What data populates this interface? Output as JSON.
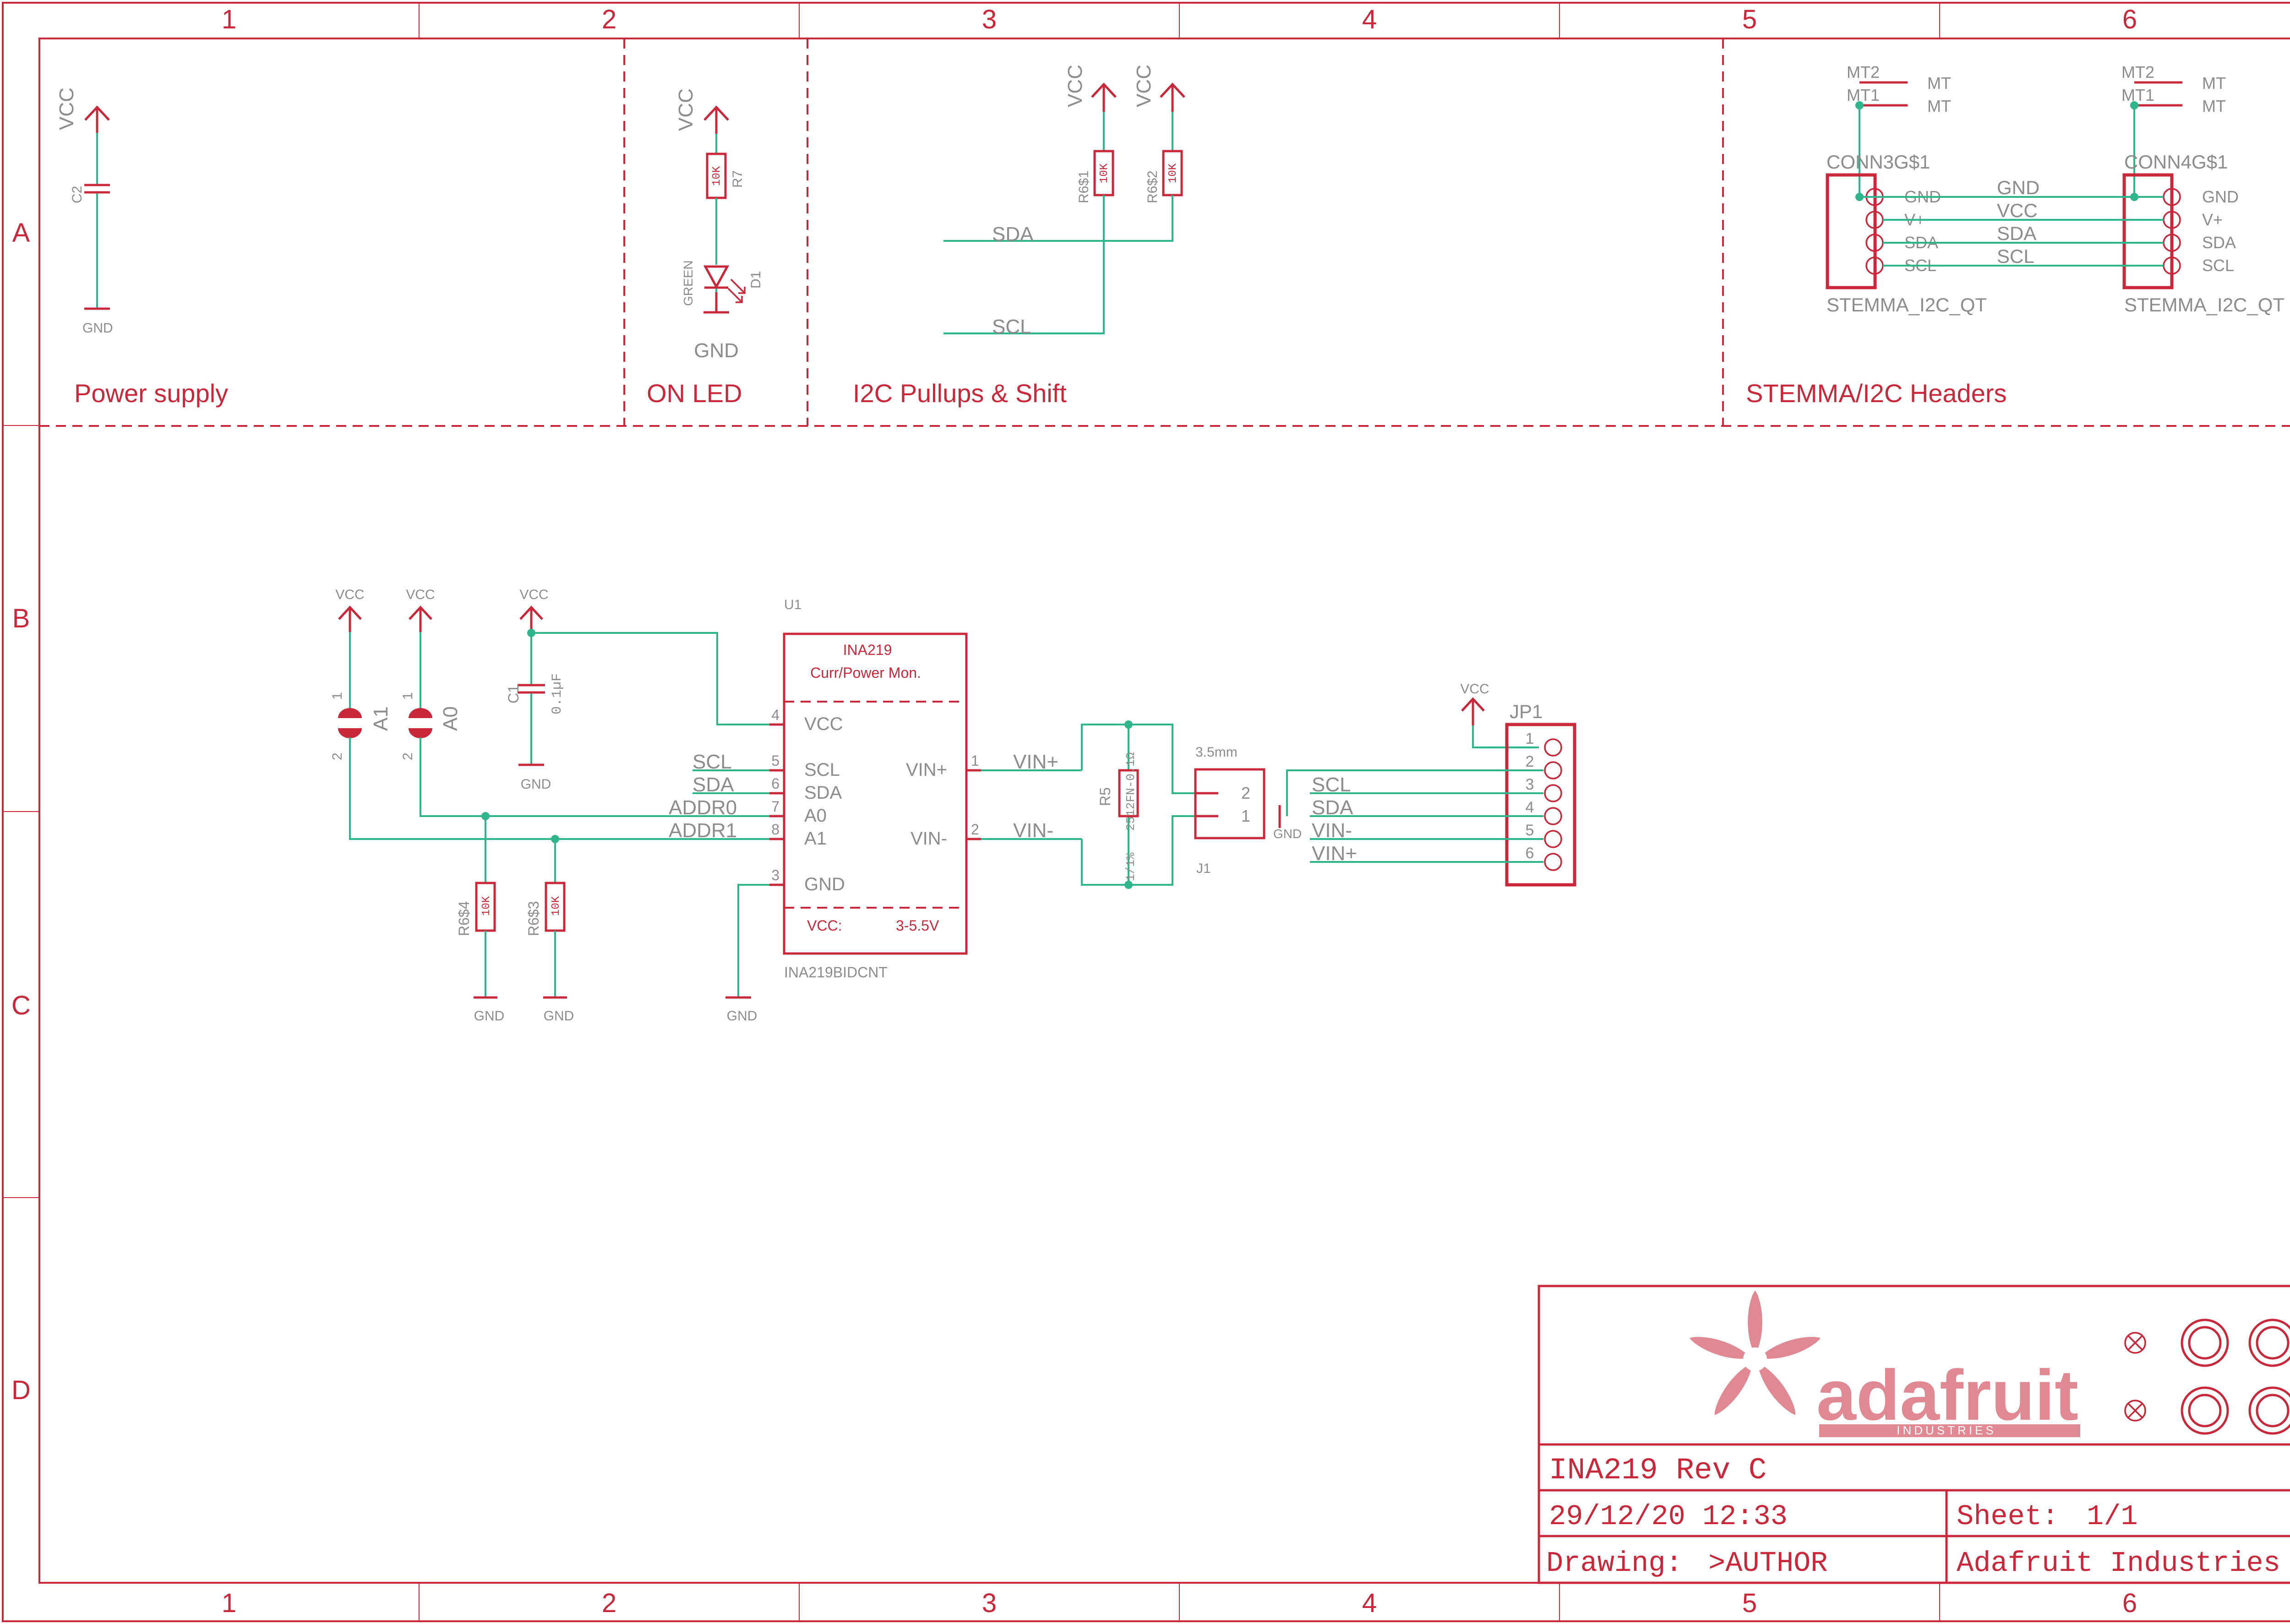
{
  "grid": {
    "columns": [
      "1",
      "2",
      "3",
      "4",
      "5",
      "6"
    ],
    "rows": [
      "A",
      "B",
      "C",
      "D"
    ]
  },
  "sections": {
    "power_supply": "Power supply",
    "on_led": "ON LED",
    "i2c_pullups": "I2C Pullups & Shift",
    "stemma_headers": "STEMMA/I2C Headers"
  },
  "power": {
    "vcc": "VCC",
    "gnd": "GND",
    "c2": "C2"
  },
  "led": {
    "vcc": "VCC",
    "r7": "R7",
    "r7_value": "10K",
    "d1": "D1",
    "color": "GREEN",
    "gnd": "GND"
  },
  "pullups": {
    "vcc1": "VCC",
    "vcc2": "VCC",
    "r1": "R6$1",
    "r2": "R6$2",
    "value": "10K",
    "sda": "SDA",
    "scl": "SCL"
  },
  "stemma": {
    "left": {
      "name": "CONN3G$1",
      "mt2": "MT2",
      "mt1": "MT1",
      "mt_a": "MT",
      "mt_b": "MT",
      "pins": [
        "GND",
        "V+",
        "SDA",
        "SCL"
      ],
      "type": "STEMMA_I2C_QT"
    },
    "right": {
      "name": "CONN4G$1",
      "mt2": "MT2",
      "mt1": "MT1",
      "mt_a": "MT",
      "mt_b": "MT",
      "pins": [
        "GND",
        "V+",
        "SDA",
        "SCL"
      ],
      "type": "STEMMA_I2C_QT"
    },
    "nets": [
      "GND",
      "VCC",
      "SDA",
      "SCL"
    ]
  },
  "main": {
    "vcc_a1": "VCC",
    "vcc_a0": "VCC",
    "vcc_c1": "VCC",
    "jumper_a1": "A1",
    "jumper_a0": "A0",
    "pin1": "1",
    "pin2": "2",
    "c1": "C1",
    "c1_value": "0.1µF",
    "gnd_c1": "GND",
    "r4": "R6$4",
    "r3": "R6$3",
    "r_value": "10K",
    "gnd_r4": "GND",
    "gnd_r3": "GND",
    "u1": {
      "ref": "U1",
      "title": "INA219",
      "subtitle": "Curr/Power Mon.",
      "vcc_label": "VCC:",
      "vcc_range": "3-5.5V",
      "part": "INA219BIDCNT",
      "left_pins": [
        {
          "num": "4",
          "name": "VCC"
        },
        {
          "num": "5",
          "name": "SCL"
        },
        {
          "num": "6",
          "name": "SDA"
        },
        {
          "num": "7",
          "name": "A0"
        },
        {
          "num": "8",
          "name": "A1"
        },
        {
          "num": "3",
          "name": "GND"
        }
      ],
      "right_pins": [
        {
          "num": "1",
          "name": "VIN+"
        },
        {
          "num": "2",
          "name": "VIN-"
        }
      ]
    },
    "nets_left": {
      "scl": "SCL",
      "sda": "SDA",
      "addr0": "ADDR0",
      "addr1": "ADDR1"
    },
    "gnd_u1": "GND",
    "vin_plus": "VIN+",
    "vin_minus": "VIN-",
    "r5": "R5",
    "r5_value": "2512FN-0.1Ω",
    "r5_rating": "1/1%",
    "j1": {
      "size": "3.5mm",
      "ref": "J1",
      "pin2": "2",
      "pin1": "1",
      "gnd": "GND"
    },
    "jp1": {
      "ref": "JP1",
      "vcc": "VCC",
      "pins": [
        "1",
        "2",
        "3",
        "4",
        "5",
        "6"
      ],
      "nets": [
        "SCL",
        "SDA",
        "VIN-",
        "VIN+"
      ]
    }
  },
  "titleblock": {
    "brand": "adafruit",
    "brand_sub": "INDUSTRIES",
    "title": "INA219 Rev C",
    "date": "29/12/20 12:33",
    "sheet_label": "Sheet:",
    "sheet_value": "1/1",
    "drawing_label": "Drawing:",
    "drawing_value": ">AUTHOR",
    "company": "Adafruit Industries"
  }
}
